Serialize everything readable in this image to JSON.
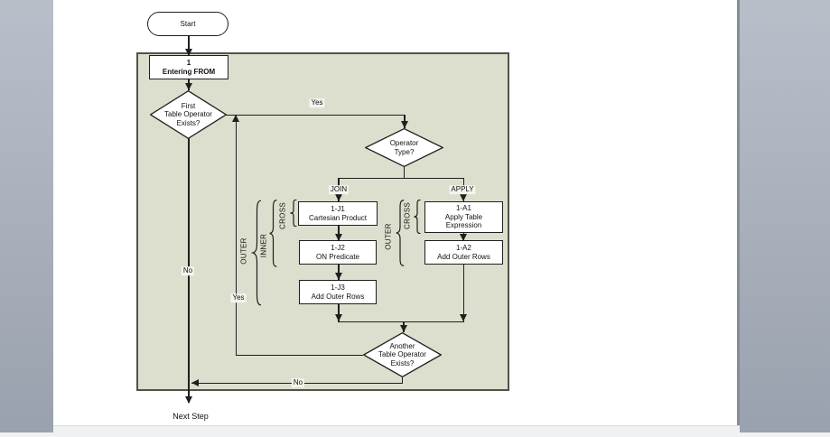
{
  "colors": {
    "line": "#1f1f1f",
    "panel_fill": "#dcdfcd",
    "panel_border": "#50534a",
    "chip_bg": "#f4f5ee",
    "page_bg": "#ffffff",
    "frame_top": "#b9bfc9",
    "frame_bottom": "#99a1ae",
    "strip": "#f0f1f3"
  },
  "flowchart": {
    "nodes": {
      "start": "Start",
      "entering_from": "1\nEntering FROM",
      "first_table_operator": "First\nTable Operator\nExists?",
      "operator_type": "Operator\nType?",
      "j1": "1-J1\nCartesian Product",
      "j2": "1-J2\nON Predicate",
      "j3": "1-J3\nAdd Outer Rows",
      "a1": "1-A1\nApply Table\nExpression",
      "a2": "1-A2\nAdd Outer Rows",
      "another_table_operator": "Another\nTable Operator\nExists?",
      "next_step": "Next Step"
    },
    "edge_labels": {
      "yes_top": "Yes",
      "no_left": "No",
      "yes_loop": "Yes",
      "no_bottom": "No"
    },
    "branch_labels": {
      "join": "JOIN",
      "apply": "APPLY"
    },
    "brace_labels": {
      "join_outer": "OUTER",
      "join_inner": "INNER",
      "join_cross": "CROSS",
      "apply_outer": "OUTER",
      "apply_cross": "CROSS"
    }
  }
}
